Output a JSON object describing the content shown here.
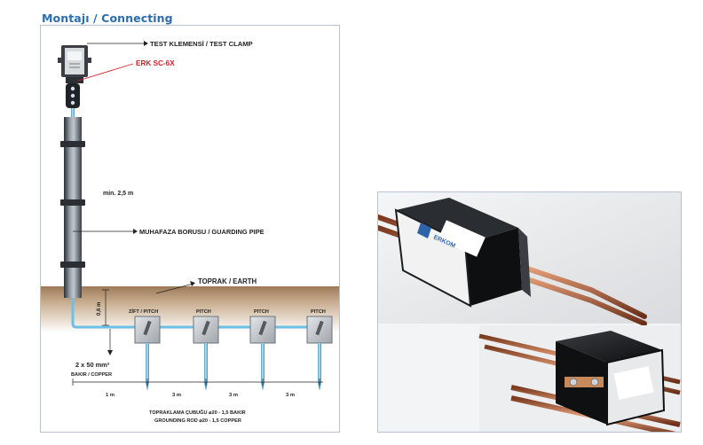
{
  "header": {
    "title": "Montajı / Connecting"
  },
  "diagram": {
    "test_clamp_label": "TEST KLEMENSİ / TEST CLAMP",
    "model_label": "ERK SC-6X",
    "min_height_label": "min. 2,5 m",
    "guarding_pipe_label": "MUHAFAZA BORUSU / GUARDING PIPE",
    "earth_label": "TOPRAK / EARTH",
    "depth_label": "0,6 m",
    "pitch_labels": [
      "ZİFT / PITCH",
      "PITCH",
      "PITCH",
      "PITCH"
    ],
    "cable_size_label": "2 x 50 mm²",
    "cable_material_label": "BAKIR / COPPER",
    "spacing_labels": [
      "1 m",
      "3 m",
      "3 m",
      "3 m"
    ],
    "rod_label_tr": "TOPRAKLAMA ÇUBUĞU ⌀20 - 1,5 BAKIR",
    "rod_label_en": "GROUNDING ROD ⌀20 - 1,5 COPPER",
    "accent_color": "#d0202c"
  },
  "photo": {
    "brand_text": "ERKOM"
  }
}
